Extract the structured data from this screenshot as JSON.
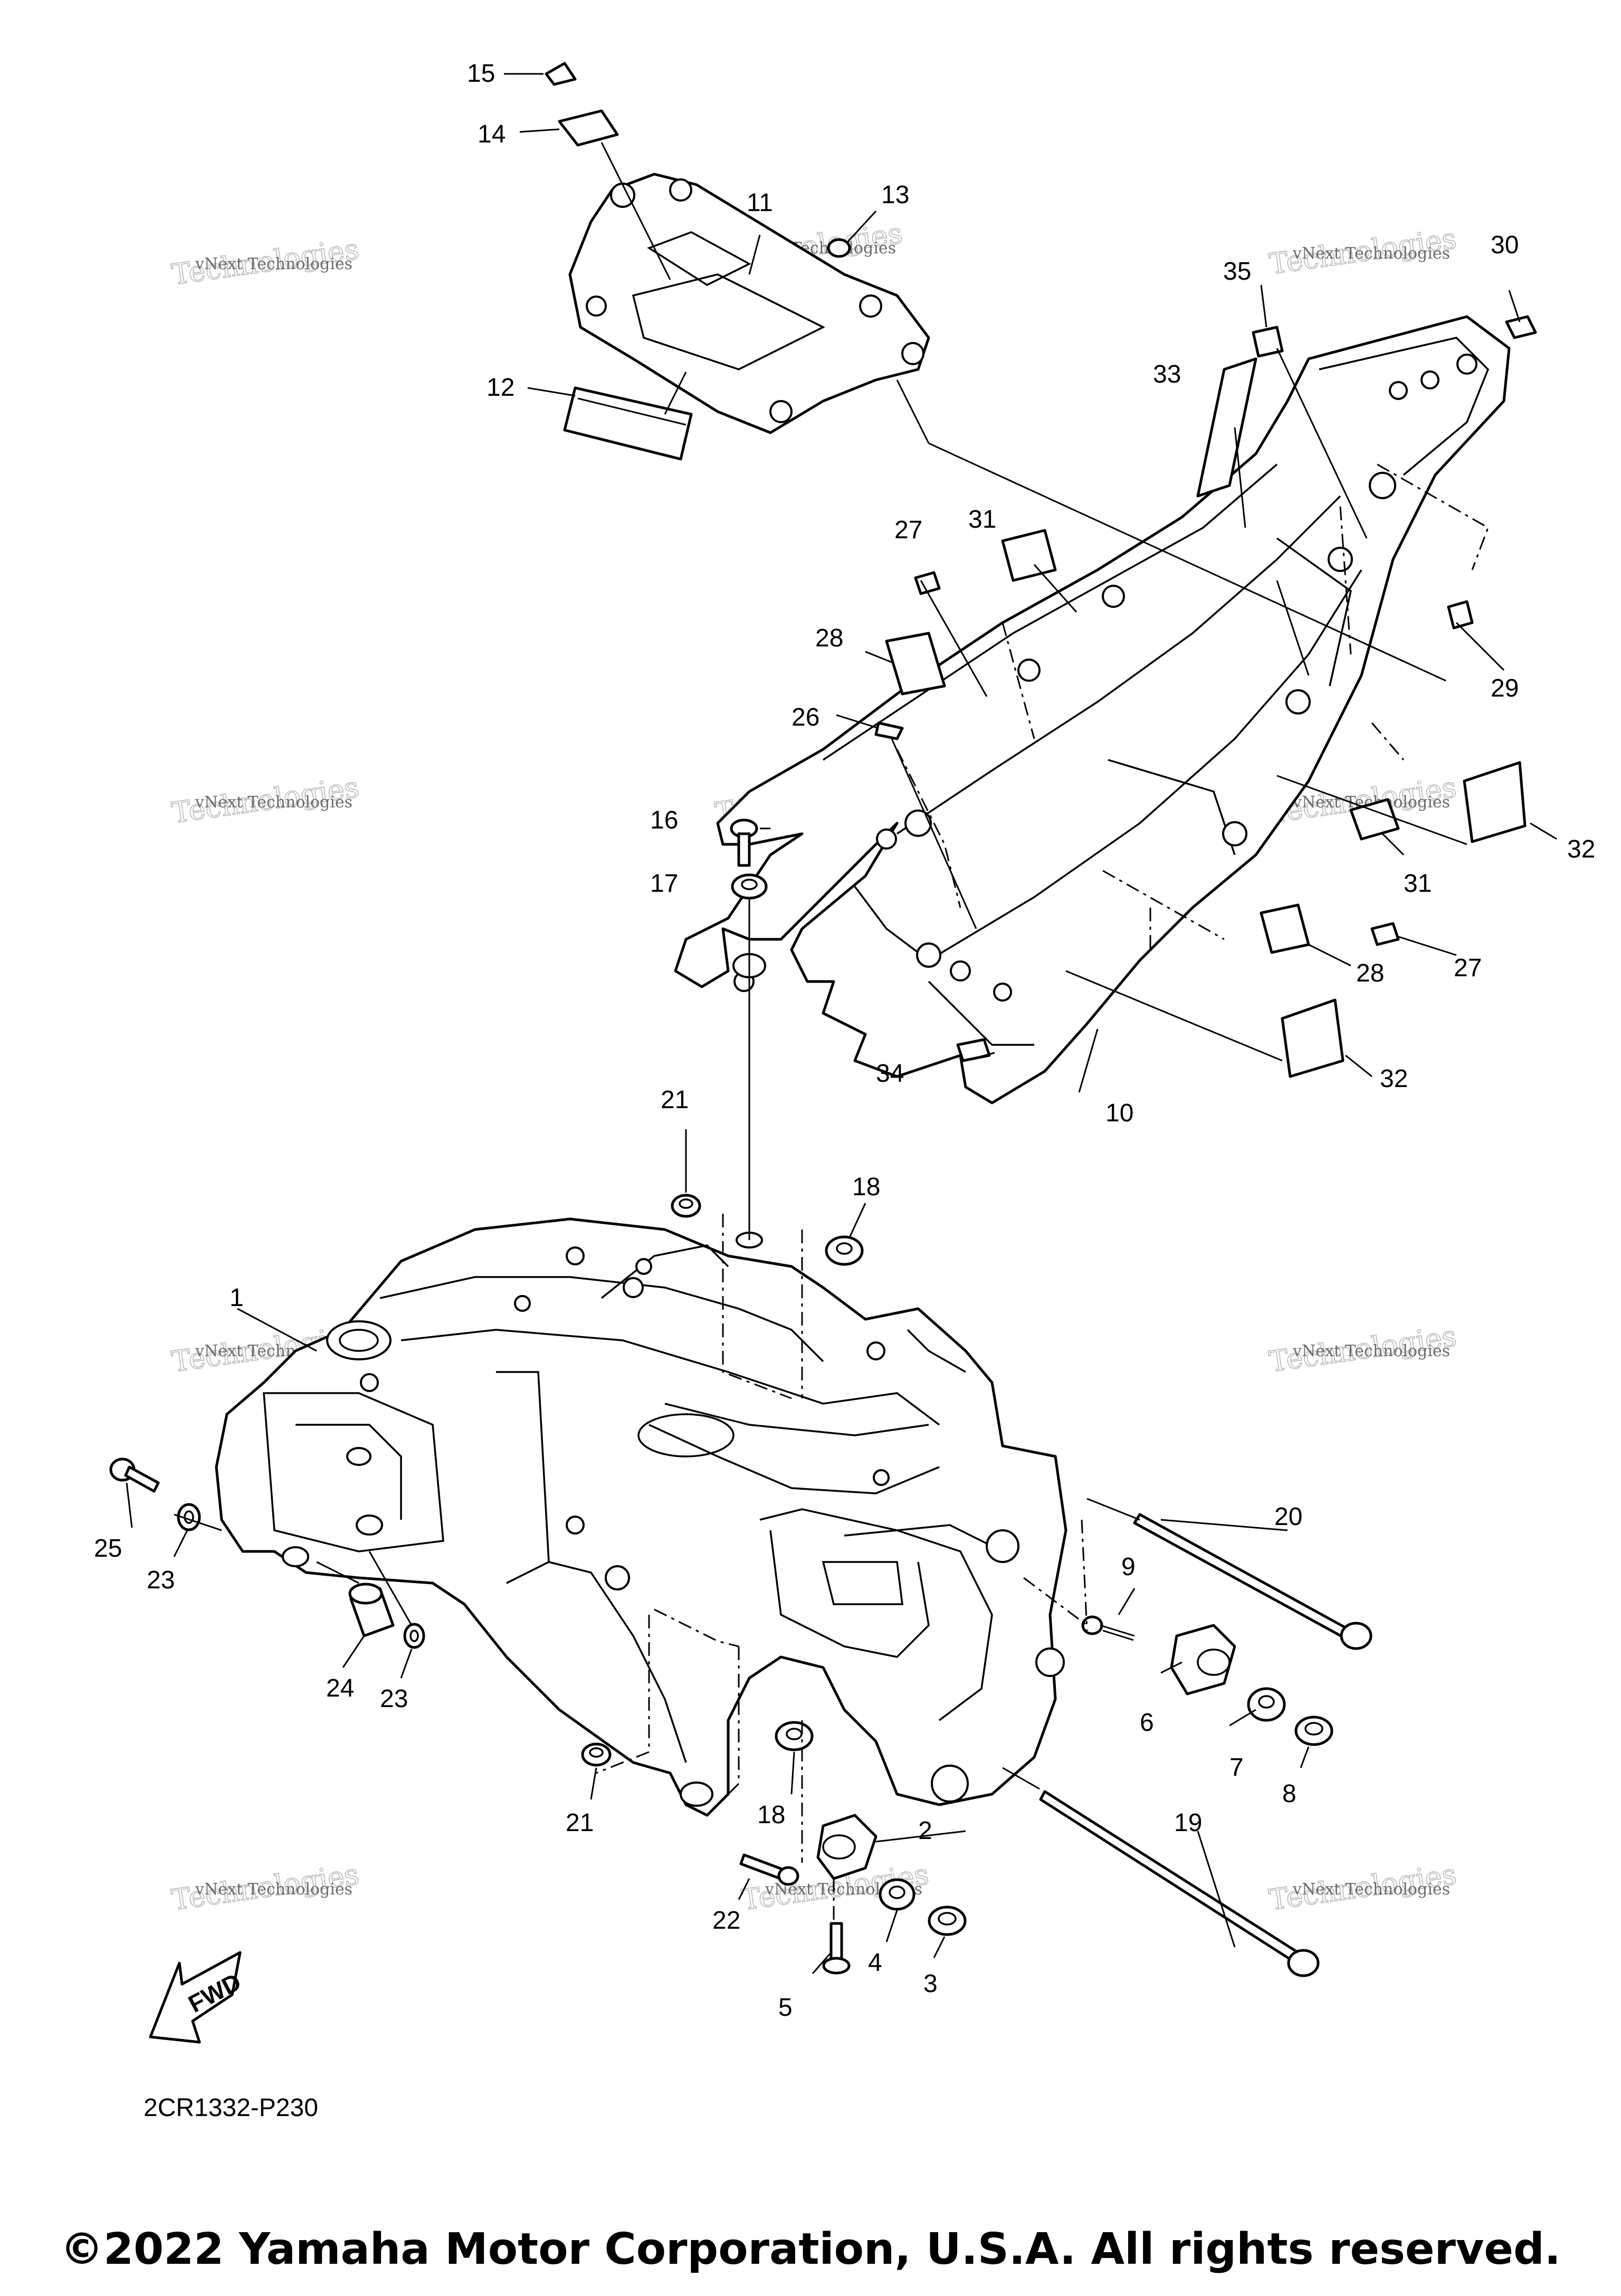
{
  "diagram": {
    "reference_code": "2CR1332-P230",
    "direction_label": "FWD",
    "copyright": "©2022 Yamaha Motor Corporation, U.S.A. All rights reserved.",
    "watermark": {
      "small_text": "vNext Technologies",
      "large_text": "Technologies",
      "arc_text": "vNext"
    },
    "callouts": [
      {
        "id": "c1",
        "label": "1"
      },
      {
        "id": "c2",
        "label": "2"
      },
      {
        "id": "c3",
        "label": "3"
      },
      {
        "id": "c4",
        "label": "4"
      },
      {
        "id": "c5",
        "label": "5"
      },
      {
        "id": "c6",
        "label": "6"
      },
      {
        "id": "c7",
        "label": "7"
      },
      {
        "id": "c8",
        "label": "8"
      },
      {
        "id": "c9",
        "label": "9"
      },
      {
        "id": "c10",
        "label": "10"
      },
      {
        "id": "c11",
        "label": "11"
      },
      {
        "id": "c12",
        "label": "12"
      },
      {
        "id": "c13",
        "label": "13"
      },
      {
        "id": "c14",
        "label": "14"
      },
      {
        "id": "c15",
        "label": "15"
      },
      {
        "id": "c16",
        "label": "16"
      },
      {
        "id": "c17",
        "label": "17"
      },
      {
        "id": "c18a",
        "label": "18"
      },
      {
        "id": "c18b",
        "label": "18"
      },
      {
        "id": "c19",
        "label": "19"
      },
      {
        "id": "c20",
        "label": "20"
      },
      {
        "id": "c21a",
        "label": "21"
      },
      {
        "id": "c21b",
        "label": "21"
      },
      {
        "id": "c22",
        "label": "22"
      },
      {
        "id": "c23a",
        "label": "23"
      },
      {
        "id": "c23b",
        "label": "23"
      },
      {
        "id": "c24",
        "label": "24"
      },
      {
        "id": "c25",
        "label": "25"
      },
      {
        "id": "c26",
        "label": "26"
      },
      {
        "id": "c27a",
        "label": "27"
      },
      {
        "id": "c27b",
        "label": "27"
      },
      {
        "id": "c28a",
        "label": "28"
      },
      {
        "id": "c28b",
        "label": "28"
      },
      {
        "id": "c29",
        "label": "29"
      },
      {
        "id": "c30",
        "label": "30"
      },
      {
        "id": "c31a",
        "label": "31"
      },
      {
        "id": "c31b",
        "label": "31"
      },
      {
        "id": "c32a",
        "label": "32"
      },
      {
        "id": "c32b",
        "label": "32"
      },
      {
        "id": "c33",
        "label": "33"
      },
      {
        "id": "c34",
        "label": "34"
      },
      {
        "id": "c35",
        "label": "35"
      }
    ]
  }
}
